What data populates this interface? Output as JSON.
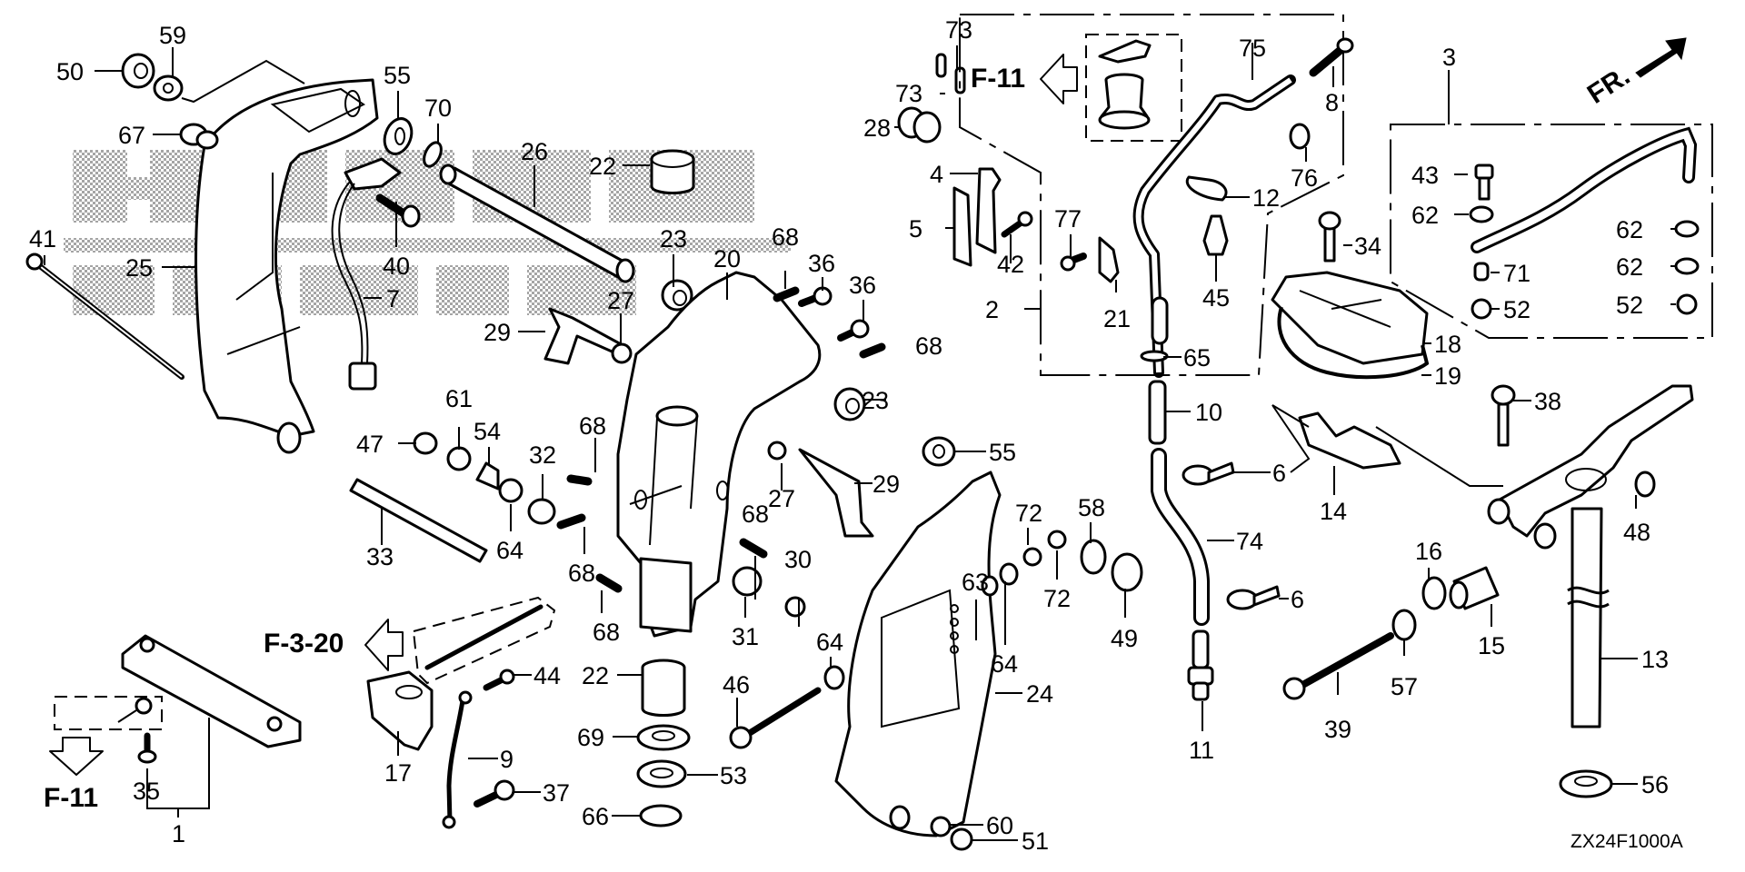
{
  "diagram": {
    "title": "Swivel case / Stern bracket exploded parts diagram",
    "figure_code": "ZX24F1000A",
    "watermark": "HONDA",
    "direction_indicator": {
      "label": "FR.",
      "icon": "arrow-up-right-icon"
    },
    "references": [
      {
        "id": "ref-f11-top",
        "label": "F-11",
        "icon": "arrow-left-outline-icon"
      },
      {
        "id": "ref-f3-20",
        "label": "F-3-20",
        "icon": "arrow-left-outline-icon"
      },
      {
        "id": "ref-f11-bottom",
        "label": "F-11",
        "icon": "arrow-down-outline-icon"
      }
    ],
    "callouts": {
      "c1": "1",
      "c2": "2",
      "c3": "3",
      "c4": "4",
      "c5": "5",
      "c6a": "6",
      "c6b": "6",
      "c7": "7",
      "c8": "8",
      "c9": "9",
      "c10": "10",
      "c11": "11",
      "c12": "12",
      "c13": "13",
      "c14": "14",
      "c15": "15",
      "c16": "16",
      "c17": "17",
      "c18": "18",
      "c19": "19",
      "c20": "20",
      "c21": "21",
      "c22a": "22",
      "c22b": "22",
      "c23a": "23",
      "c23b": "23",
      "c24": "24",
      "c25": "25",
      "c26": "26",
      "c27a": "27",
      "c27b": "27",
      "c28": "28",
      "c29a": "29",
      "c29b": "29",
      "c30": "30",
      "c31": "31",
      "c32": "32",
      "c33": "33",
      "c34": "34",
      "c35": "35",
      "c36a": "36",
      "c36b": "36",
      "c37": "37",
      "c38": "38",
      "c39": "39",
      "c40": "40",
      "c41": "41",
      "c42": "42",
      "c43": "43",
      "c44": "44",
      "c45": "45",
      "c46": "46",
      "c47": "47",
      "c48": "48",
      "c49": "49",
      "c50": "50",
      "c51": "51",
      "c52a": "52",
      "c52b": "52",
      "c53": "53",
      "c54": "54",
      "c55a": "55",
      "c55b": "55",
      "c56": "56",
      "c57": "57",
      "c58": "58",
      "c59": "59",
      "c60": "60",
      "c61": "61",
      "c62a": "62",
      "c62b": "62",
      "c62c": "62",
      "c63": "63",
      "c64a": "64",
      "c64b": "64",
      "c64c": "64",
      "c65": "65",
      "c66": "66",
      "c67": "67",
      "c68a": "68",
      "c68b": "68",
      "c68c": "68",
      "c68d": "68",
      "c68e": "68",
      "c68f": "68",
      "c69": "69",
      "c70": "70",
      "c71": "71",
      "c72a": "72",
      "c72b": "72",
      "c73a": "73",
      "c73b": "73",
      "c74": "74",
      "c75": "75",
      "c76": "76",
      "c77": "77"
    }
  }
}
